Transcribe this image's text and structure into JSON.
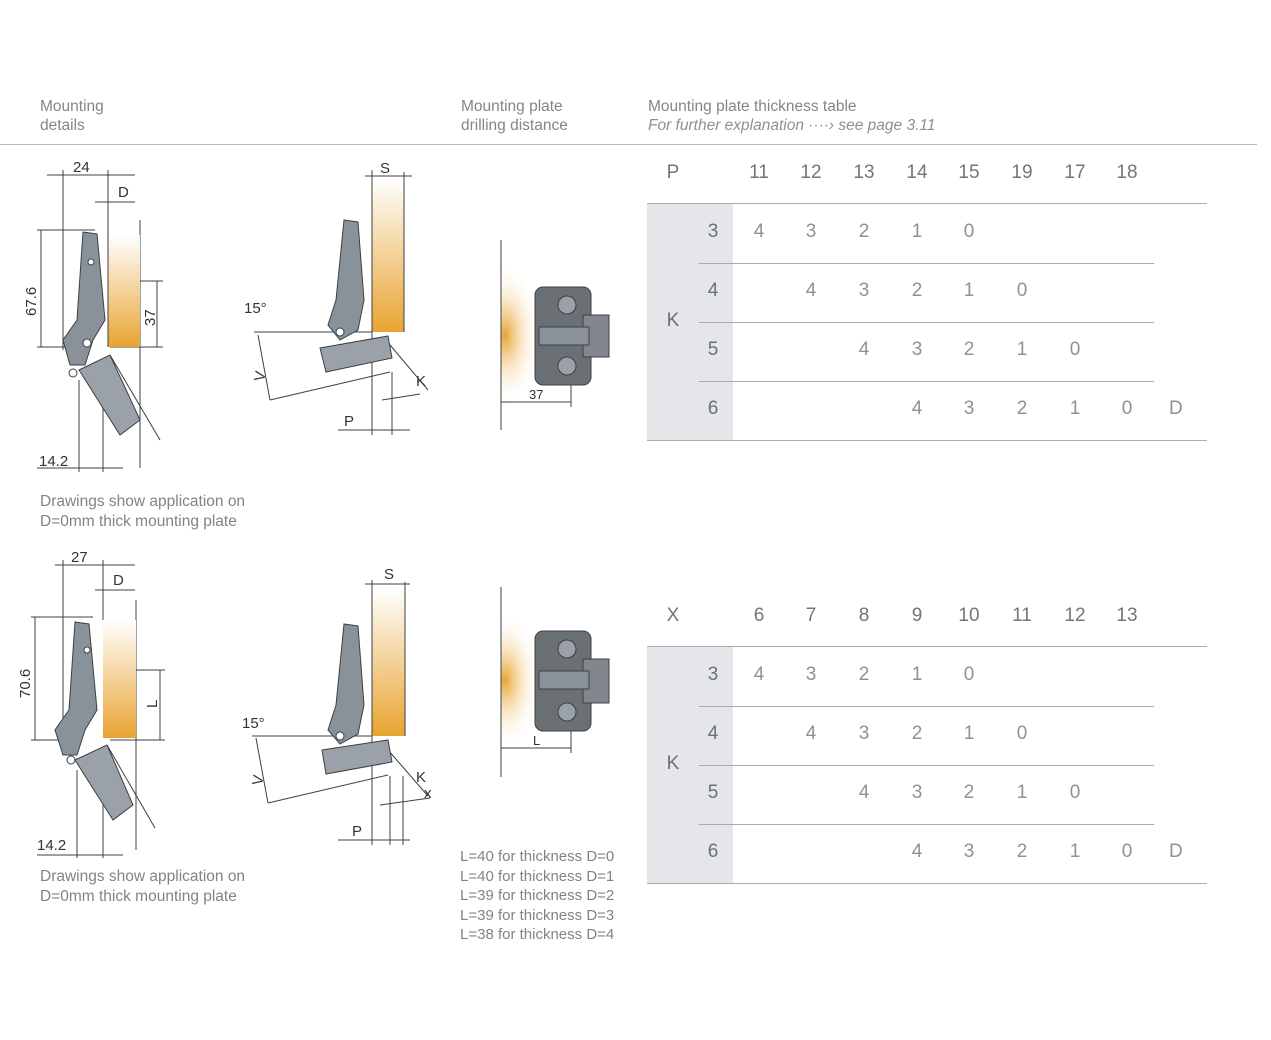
{
  "headers": {
    "mounting_details": [
      "Mounting",
      "details"
    ],
    "drilling_distance": [
      "Mounting plate",
      "drilling distance"
    ],
    "thickness_table_title": "Mounting plate thickness table",
    "thickness_table_sub": "For further explanation ····› see page 3.11"
  },
  "notes": {
    "top": [
      "Drawings show application on",
      "D=0mm thick mounting plate"
    ],
    "bottom": [
      "Drawings show application on",
      "D=0mm thick mounting plate"
    ]
  },
  "l_values": [
    "L=40 for thickness D=0",
    "L=40 for thickness D=1",
    "L=39 for thickness D=2",
    "L=39 for thickness D=3",
    "L=38 for thickness D=4"
  ],
  "drawing_labels": {
    "top": {
      "width": "24",
      "d": "D",
      "height": "67.6",
      "side": "37",
      "bottom": "14.2",
      "s": "S",
      "angle": "15°",
      "v": "V",
      "k": "K",
      "p": "P",
      "plate_dim": "37"
    },
    "bottom": {
      "width": "27",
      "d": "D",
      "height": "70.6",
      "side": "L",
      "bottom": "14.2",
      "s": "S",
      "angle": "15°",
      "v": "V",
      "k": "K",
      "x": "x",
      "p": "P",
      "plate_dim": "L"
    }
  },
  "table_top": {
    "col_key": "P",
    "columns": [
      "11",
      "12",
      "13",
      "14",
      "15",
      "19",
      "17",
      "18"
    ],
    "row_key": "K",
    "rows": [
      {
        "k": "3",
        "cells": [
          "4",
          "3",
          "2",
          "1",
          "0",
          "",
          "",
          ""
        ]
      },
      {
        "k": "4",
        "cells": [
          "",
          "4",
          "3",
          "2",
          "1",
          "0",
          "",
          ""
        ]
      },
      {
        "k": "5",
        "cells": [
          "",
          "",
          "4",
          "3",
          "2",
          "1",
          "0",
          ""
        ]
      },
      {
        "k": "6",
        "cells": [
          "",
          "",
          "",
          "4",
          "3",
          "2",
          "1",
          "0"
        ]
      }
    ],
    "d_label": "D"
  },
  "table_bottom": {
    "col_key": "X",
    "columns": [
      "6",
      "7",
      "8",
      "9",
      "10",
      "11",
      "12",
      "13"
    ],
    "row_key": "K",
    "rows": [
      {
        "k": "3",
        "cells": [
          "4",
          "3",
          "2",
          "1",
          "0",
          "",
          "",
          ""
        ]
      },
      {
        "k": "4",
        "cells": [
          "",
          "4",
          "3",
          "2",
          "1",
          "0",
          "",
          ""
        ]
      },
      {
        "k": "5",
        "cells": [
          "",
          "",
          "4",
          "3",
          "2",
          "1",
          "0",
          ""
        ]
      },
      {
        "k": "6",
        "cells": [
          "",
          "",
          "",
          "4",
          "3",
          "2",
          "1",
          "0"
        ]
      }
    ],
    "d_label": "D"
  },
  "colors": {
    "panel_gradient": "#e8a431",
    "hinge": "#8a9299",
    "plate": "#6b7075",
    "band": "#e4e6e9"
  }
}
